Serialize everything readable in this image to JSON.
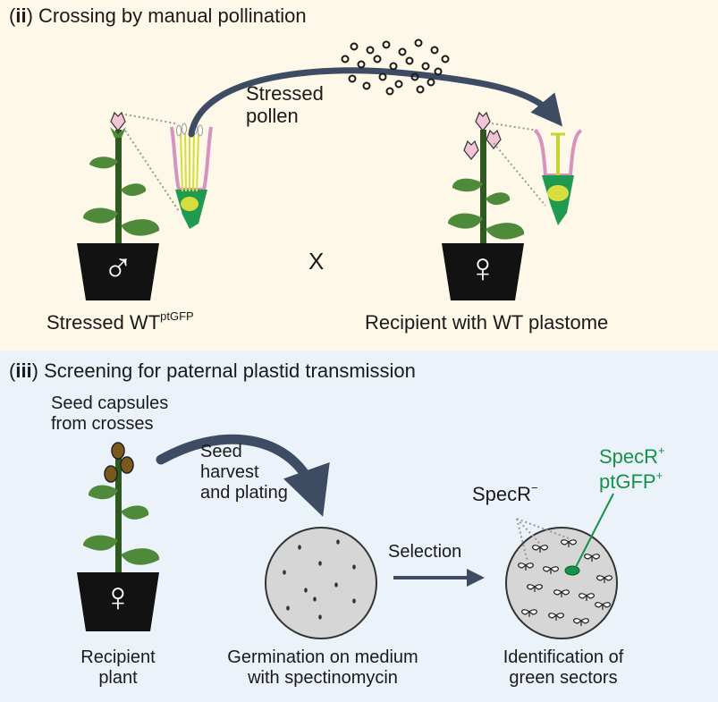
{
  "panel_ii": {
    "label": "ii",
    "title": "Crossing by manual pollination",
    "pollen_label": "Stressed\npollen",
    "cross_symbol": "X",
    "male_symbol": "♂",
    "female_symbol": "♀",
    "male_label": "Stressed WT",
    "male_label_sup": "ptGFP",
    "female_label": "Recipient with WT plastome"
  },
  "panel_iii": {
    "label": "iii",
    "title": "Screening for paternal plastid transmission",
    "capsules_label": "Seed capsules\nfrom crosses",
    "harvest_label": "Seed\nharvest\nand plating",
    "female_symbol": "♀",
    "plant_caption": "Recipient\nplant",
    "plate_caption": "Germination on medium\nwith spectinomycin",
    "selection_label": "Selection",
    "specr_neg": "SpecR",
    "specr_neg_sup": "−",
    "specr_pos": "SpecR",
    "specr_pos_sup": "+",
    "ptgfp_pos": "ptGFP",
    "ptgfp_pos_sup": "+",
    "sectors_caption": "Identification of\ngreen sectors"
  },
  "colors": {
    "panel_ii_bg": "#fdf8e7",
    "panel_iii_bg": "#ecf2f9",
    "arrow": "#3e4c63",
    "stem": "#2f5a1f",
    "leaf": "#4e8a3a",
    "flower": "#f2c4d6",
    "gfp_green": "#14924a"
  }
}
